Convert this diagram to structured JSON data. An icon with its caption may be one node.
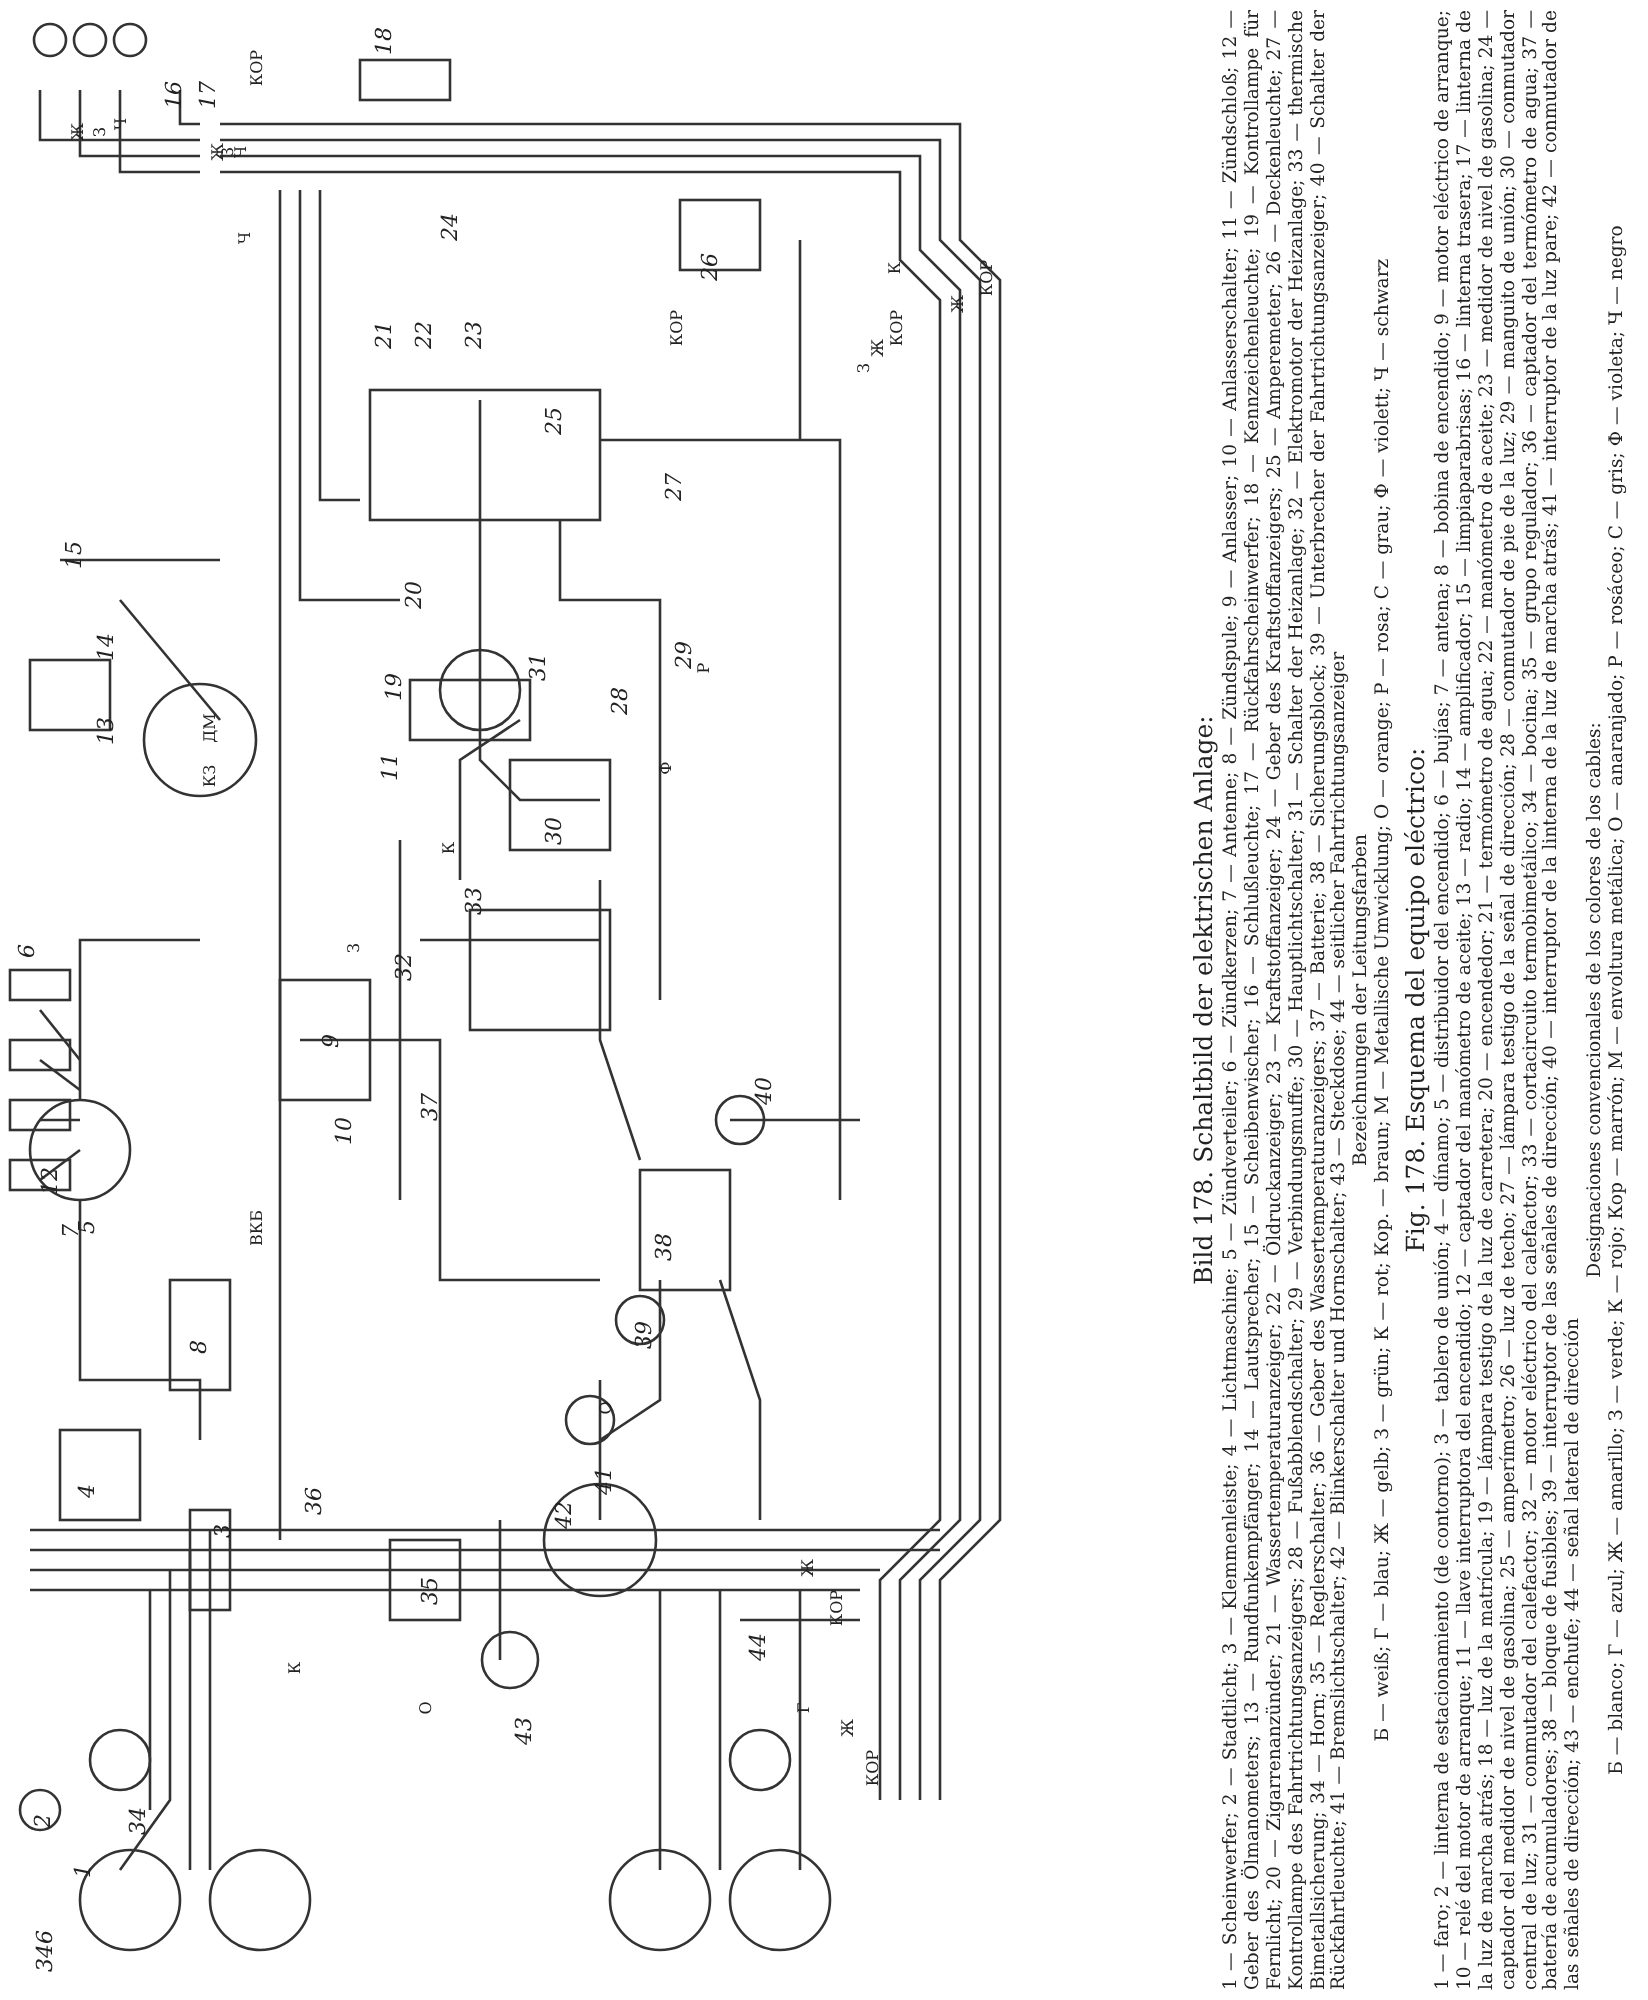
{
  "diagram": {
    "title": "Bild 178. Schaltbild der elektrischen Anlage:",
    "caption": "Fig. 178. Esquema del equipo eléctrico:",
    "labels": [
      "1",
      "2",
      "3",
      "4",
      "5",
      "6",
      "7",
      "8",
      "9",
      "10",
      "11",
      "12",
      "13",
      "14",
      "15",
      "16",
      "17",
      "18",
      "19",
      "20",
      "21",
      "22",
      "23",
      "24",
      "25",
      "26",
      "27",
      "28",
      "29",
      "30",
      "31",
      "32",
      "33",
      "34",
      "35",
      "36",
      "37",
      "38",
      "39",
      "40",
      "41",
      "42",
      "43",
      "44",
      "Ж",
      "З",
      "Ч",
      "КОР",
      "Ч",
      "З",
      "Ж",
      "КОР",
      "КОР",
      "Ж",
      "К",
      "КОР",
      "Ж",
      "З",
      "ДМ",
      "КЗ",
      "ВКБ",
      "К",
      "З",
      "О",
      "Ж",
      "КОР",
      "Г",
      "К",
      "О",
      "Ж",
      "КОР",
      "Р",
      "Ф",
      "Ч",
      "1 — Scheinwerfer; 2 — Stadtlicht; 3 — Klemmenleiste; 4 — Lichtmaschine; 5 — Zündverteiler; 6 — Zündkerzen; 7 — Antenne; 8 — Zündspule; 9 — Anlasser; 10 — Anlasserschalter; 11 — Zündschloß; 12 — Geber des Ölmanometers; 13 — Rundfunkempfänger; 14 — Lautsprecher; 15 — Scheibenwischer; 16 — Schlußleuchte; 17 — Rückfahrscheinwerfer; 18 — Kennzeichenleuchte; 19 — Kontrollampe für Fernlicht; 20 — Zigarrenanzünder; 21 — Wassertemperaturanzeiger; 22 — Öldruckanzeiger; 23 — Kraftstoffanzeiger; 24 — Geber des Kraftstoffanzeigers; 25 — Amperemeter; 26 — Deckenleuchte; 27 — Kontrollampe des Fahrtrichtungsanzeigers; 28 — Fußabblendschalter; 29 — Verbindungsmuffe; 30 — Hauptlichtschalter; 31 — Schalter der Heizanlage; 32 — Elektromotor der Heizanlage; 33 — thermische Bimetallsicherung; 34 — Horn; 35 — Reglerschalter; 36 — Geber des Wassertemperaturanzeigers; 37 — Batterie; 38 — Sicherungsblock; 39 — Unterbrecher der Fahrtrichtungsanzeiger; 40 — Schalter der Rückfahrtleuchte; 41 — Bremslichtschalter; 42 — Blinkerschalter und Hornschalter; 43 — Steckdose; 44 — seitlicher Fahrtrichtungsanzeiger",
      "Bezeichnungen der Leitungsfarben",
      "Б — weiß; Г — blau; Ж — gelb; З — grün; К — rot; Кор. — braun; М — Metallische Umwicklung; О — orange; Р — rosa; С — grau; Ф — violett; Ч — schwarz",
      "1 — faro; 2 — linterna de estacionamiento (de contorno); 3 — tablero de unión; 4 — dínamo; 5 — distribuidor del encendido; 6 — bujías; 7 — antena; 8 — bobina de encendido; 9 — motor eléctrico de arranque; 10 — relé del motor de arranque; 11 — llave interruptora del encendido; 12 — captador del manómetro de aceite; 13 — radio; 14 — amplificador; 15 — limpiaparabrisas; 16 — linterna trasera; 17 — linterna de la luz de marcha atrás; 18 — luz de la matrícula; 19 — lámpara testigo de la luz de carretera; 20 — encendedor; 21 — termómetro de agua; 22 — manómetro de aceite; 23 — medidor de nivel de gasolina; 24 — captador del medidor de nivel de gasolina; 25 — amperímetro; 26 — luz de techo; 27 — lámpara testigo de la señal de dirección; 28 — conmutador de pie de la luz; 29 — manguito de unión; 30 — conmutador central de luz; 31 — conmutador del calefactor; 32 — motor eléctrico del calefactor; 33 — cortacircuito termobimetálico; 34 — bocina; 35 — grupo regulador; 36 — captador del termómetro de agua; 37 — batería de acumuladores; 38 — bloque de fusibles; 39 — interruptor de las señales de dirección; 40 — interruptor de la linterna de la luz de marcha atrás; 41 — interruptor de la luz pare; 42 — conmutador de las señales de dirección; 43 — enchufe; 44 — señal lateral de dirección",
      "Designaciones convencionales de los colores de los cables:",
      "Б — blanco; Г — azul; Ж — amarillo; З — verde; К — rojo; Кор — marrón; М — envoltura metálica; О — anaranjado; Р — rosáceo; С — gris; Ф — violeta; Ч — negro",
      "346"
    ]
  }
}
